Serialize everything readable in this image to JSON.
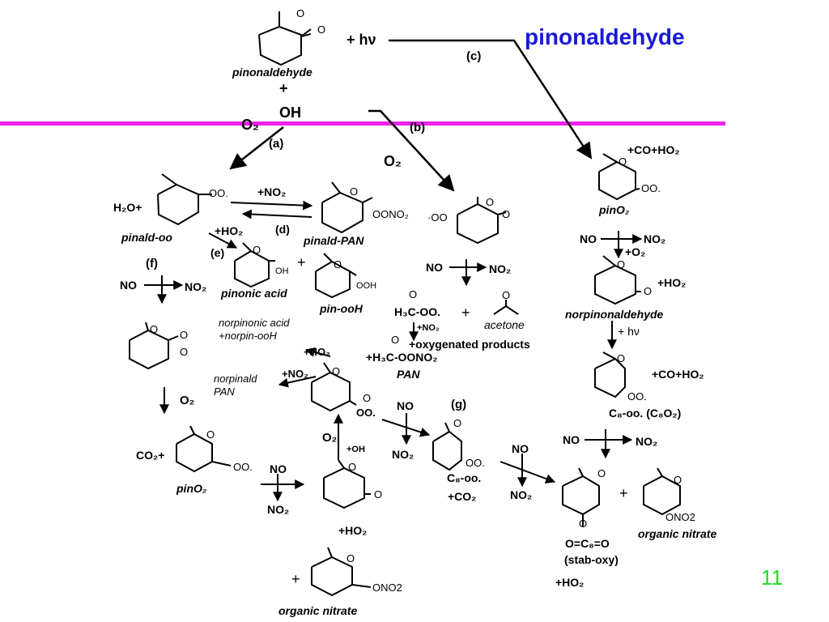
{
  "title": "pinonaldehyde",
  "slide_number": "11",
  "colors": {
    "title": "#1a1ad8",
    "divider": "#ee22ee",
    "slide_number": "#22dd22"
  },
  "labels": {
    "pinonaldehyde": "pinonaldehyde",
    "plus": "+",
    "hv": "+ hν",
    "c": "(c)",
    "oh": "OH",
    "o2": "O₂",
    "a": "(a)",
    "b": "(b)",
    "o2_b": "O₂",
    "co_ho2_top": "+CO+HO₂",
    "pino2": "pinO₂",
    "no_top_right": "NO",
    "no2_top_right": "NO₂",
    "o2_add": "+O₂",
    "ho2_norpin": "+HO₂",
    "norpinonaldehyde": "norpinonaldehyde",
    "hv2": "+ hν",
    "co_ho2_right": "+CO+HO₂",
    "c8_oo_paren": "C₈-oo.  (C₈O₂)",
    "no_right2": "NO",
    "no2_right2": "NO₂",
    "h2o": "H₂O+",
    "no2_add": "+NO₂",
    "d": "(d)",
    "pinald_oo": "pinald-oo",
    "pinald_pan": "pinald-PAN",
    "ho2_e": "+HO₂",
    "e": "(e)",
    "pinonic_acid": "pinonic acid",
    "plus2": "+",
    "pin_ooh": "pin-ooH",
    "no_b": "NO",
    "no2_b": "NO₂",
    "h3c_oo": "H₃C-OO.",
    "plus3": "+",
    "acetone": "acetone",
    "no2_small": "+NO₂",
    "h3c_oono2": "+H₃C-OONO₂",
    "pan": "PAN",
    "oxygenated": "+oxygenated products",
    "f": "(f)",
    "no_f": "NO",
    "no2_f": "NO₂",
    "norpinonic": "norpinonic acid",
    "norpin_ooh": "+norpin-ooH",
    "ho2_mid": "+HO₂",
    "norpinald": "norpinald",
    "no2_mid": "+NO₂",
    "pan_mid": "PAN",
    "o2_f": "O₂",
    "no_g": "NO",
    "no2_g": "NO₂",
    "g": "(g)",
    "c8_oo_g": "C₈-oo.",
    "co2_g": "+CO₂",
    "no_right3": "NO",
    "no2_right3": "NO₂",
    "co2_pin": "CO₂+",
    "pino2_bottom": "pinO₂",
    "no_bottom": "NO",
    "no2_bottom": "NO₂",
    "o2_oh": "O₂",
    "oh_small": "+OH",
    "ho2_bottom": "+HO₂",
    "plus_bottom": "+",
    "ono2_bottom": "ONO2",
    "organic_nitrate_bottom": "organic nitrate",
    "o_c8_o": "O=C₈=O",
    "stab_oxy": "(stab-oxy)",
    "ho2_stab": "+HO₂",
    "plus_right": "+",
    "ono2_right": "ONO2",
    "organic_nitrate_right": "organic nitrate",
    "atom_o": "O",
    "atom_oo": "OO.",
    "atom_ooh": "OOH",
    "atom_oh": "OH",
    "atom_oono2": "OONO₂",
    "atom_oo_left": "·OO"
  }
}
